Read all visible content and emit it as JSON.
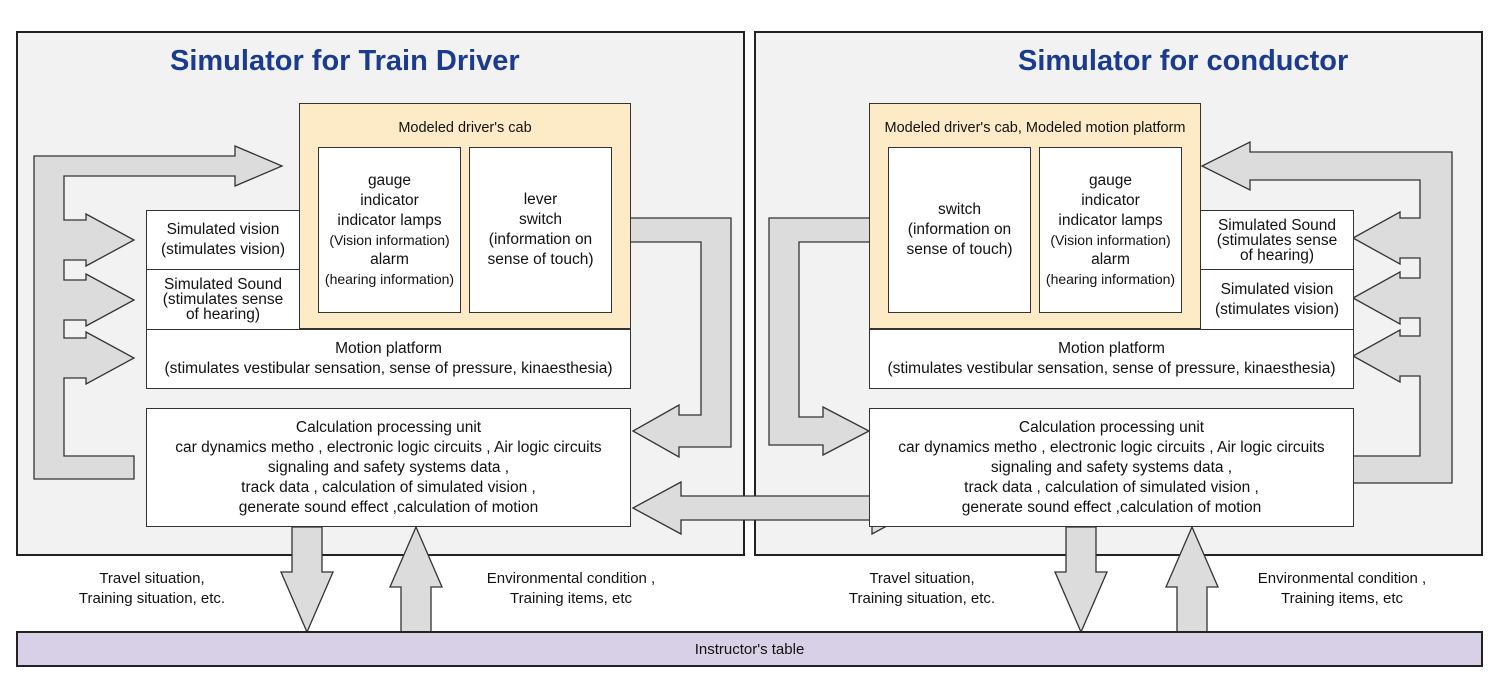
{
  "left": {
    "title": "Simulator for Train Driver",
    "cab_caption": "Modeled driver's cab",
    "display_box": [
      "gauge",
      "indicator",
      "indicator lamps",
      "(Vision information)",
      "alarm",
      "(hearing information)"
    ],
    "control_box": [
      "lever",
      "switch",
      "(information on",
      "sense of touch)"
    ],
    "vision": [
      "Simulated vision",
      "(stimulates vision)"
    ],
    "sound": [
      "Simulated Sound",
      "(stimulates sense",
      "of hearing)"
    ],
    "motion": [
      "Motion platform",
      "(stimulates vestibular sensation, sense of pressure, kinaesthesia)"
    ],
    "cpu": [
      "Calculation processing unit",
      "car dynamics metho , electronic logic circuits , Air logic circuits",
      "signaling and safety systems data ,",
      "track data , calculation of simulated vision ,",
      "generate sound effect ,calculation of motion"
    ]
  },
  "right": {
    "title": "Simulator for conductor",
    "cab_caption": "Modeled driver's cab, Modeled motion platform",
    "control_box": [
      "switch",
      "(information on",
      "sense of touch)"
    ],
    "display_box": [
      "gauge",
      "indicator",
      "indicator lamps",
      "(Vision information)",
      "alarm",
      "(hearing information)"
    ],
    "sound": [
      "Simulated Sound",
      "(stimulates sense",
      "of hearing)"
    ],
    "vision": [
      "Simulated vision",
      "(stimulates vision)"
    ],
    "motion": [
      "Motion platform",
      "(stimulates vestibular sensation, sense of pressure, kinaesthesia)"
    ],
    "cpu": [
      "Calculation processing unit",
      "car dynamics metho , electronic logic circuits , Air logic circuits",
      "signaling and safety systems data ,",
      "track data , calculation of simulated vision ,",
      "generate sound effect ,calculation of motion"
    ]
  },
  "bottom": {
    "travel_left": [
      "Travel situation,",
      "Training situation, etc."
    ],
    "env_left": [
      "Environmental condition ,",
      "Training items, etc"
    ],
    "travel_right": [
      "Travel situation,",
      "Training situation, etc."
    ],
    "env_right": [
      "Environmental condition ,",
      "Training items, etc"
    ],
    "instructor": "Instructor's table"
  },
  "colors": {
    "title": "#1a3b8f",
    "panel_bg": "#f2f2f2",
    "cab_bg": "#fdebc8",
    "arrow_fill": "#dcdcdc",
    "instructor_bg": "#d8d0e6"
  }
}
